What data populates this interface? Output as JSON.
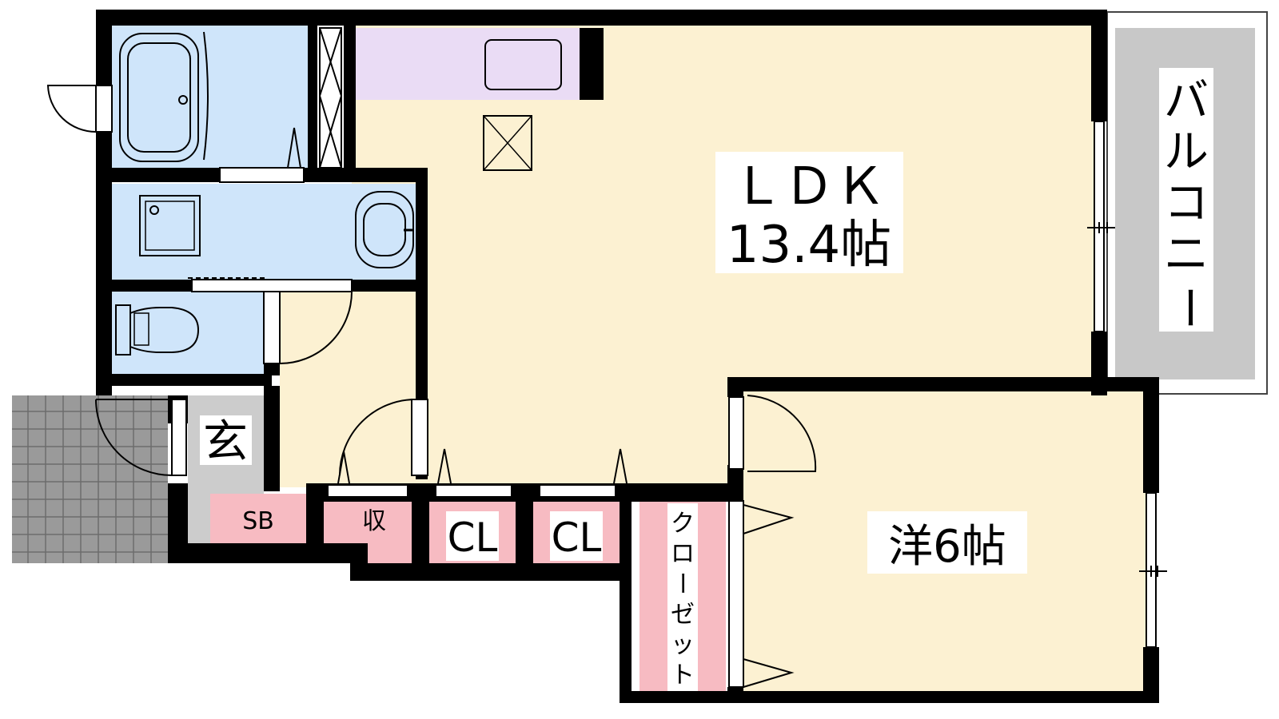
{
  "floorplan": {
    "rooms": {
      "ldk_name": "ＬＤＫ",
      "ldk_size": "13.4帖",
      "western_room": "洋6帖",
      "balcony": [
        "バ",
        "ル",
        "コ",
        "ニ",
        "ー"
      ],
      "entrance": "玄",
      "shoe_box": "SB",
      "storage": "収",
      "closet_1": "CL",
      "closet_2": "CL",
      "closet_long": [
        "ク",
        "ロ",
        "ー",
        "ゼ",
        "ッ",
        "ト"
      ]
    },
    "colors": {
      "ldk_floor": "#FCF1D2",
      "wet_area": "#CFE5FA",
      "kitchen": "#EADCF5",
      "storage": "#F7BBC2",
      "balcony": "#C8C8C8",
      "entrance": "#CCCCCC",
      "exterior_tile": "#9A9A9A",
      "wall": "#000000"
    }
  }
}
